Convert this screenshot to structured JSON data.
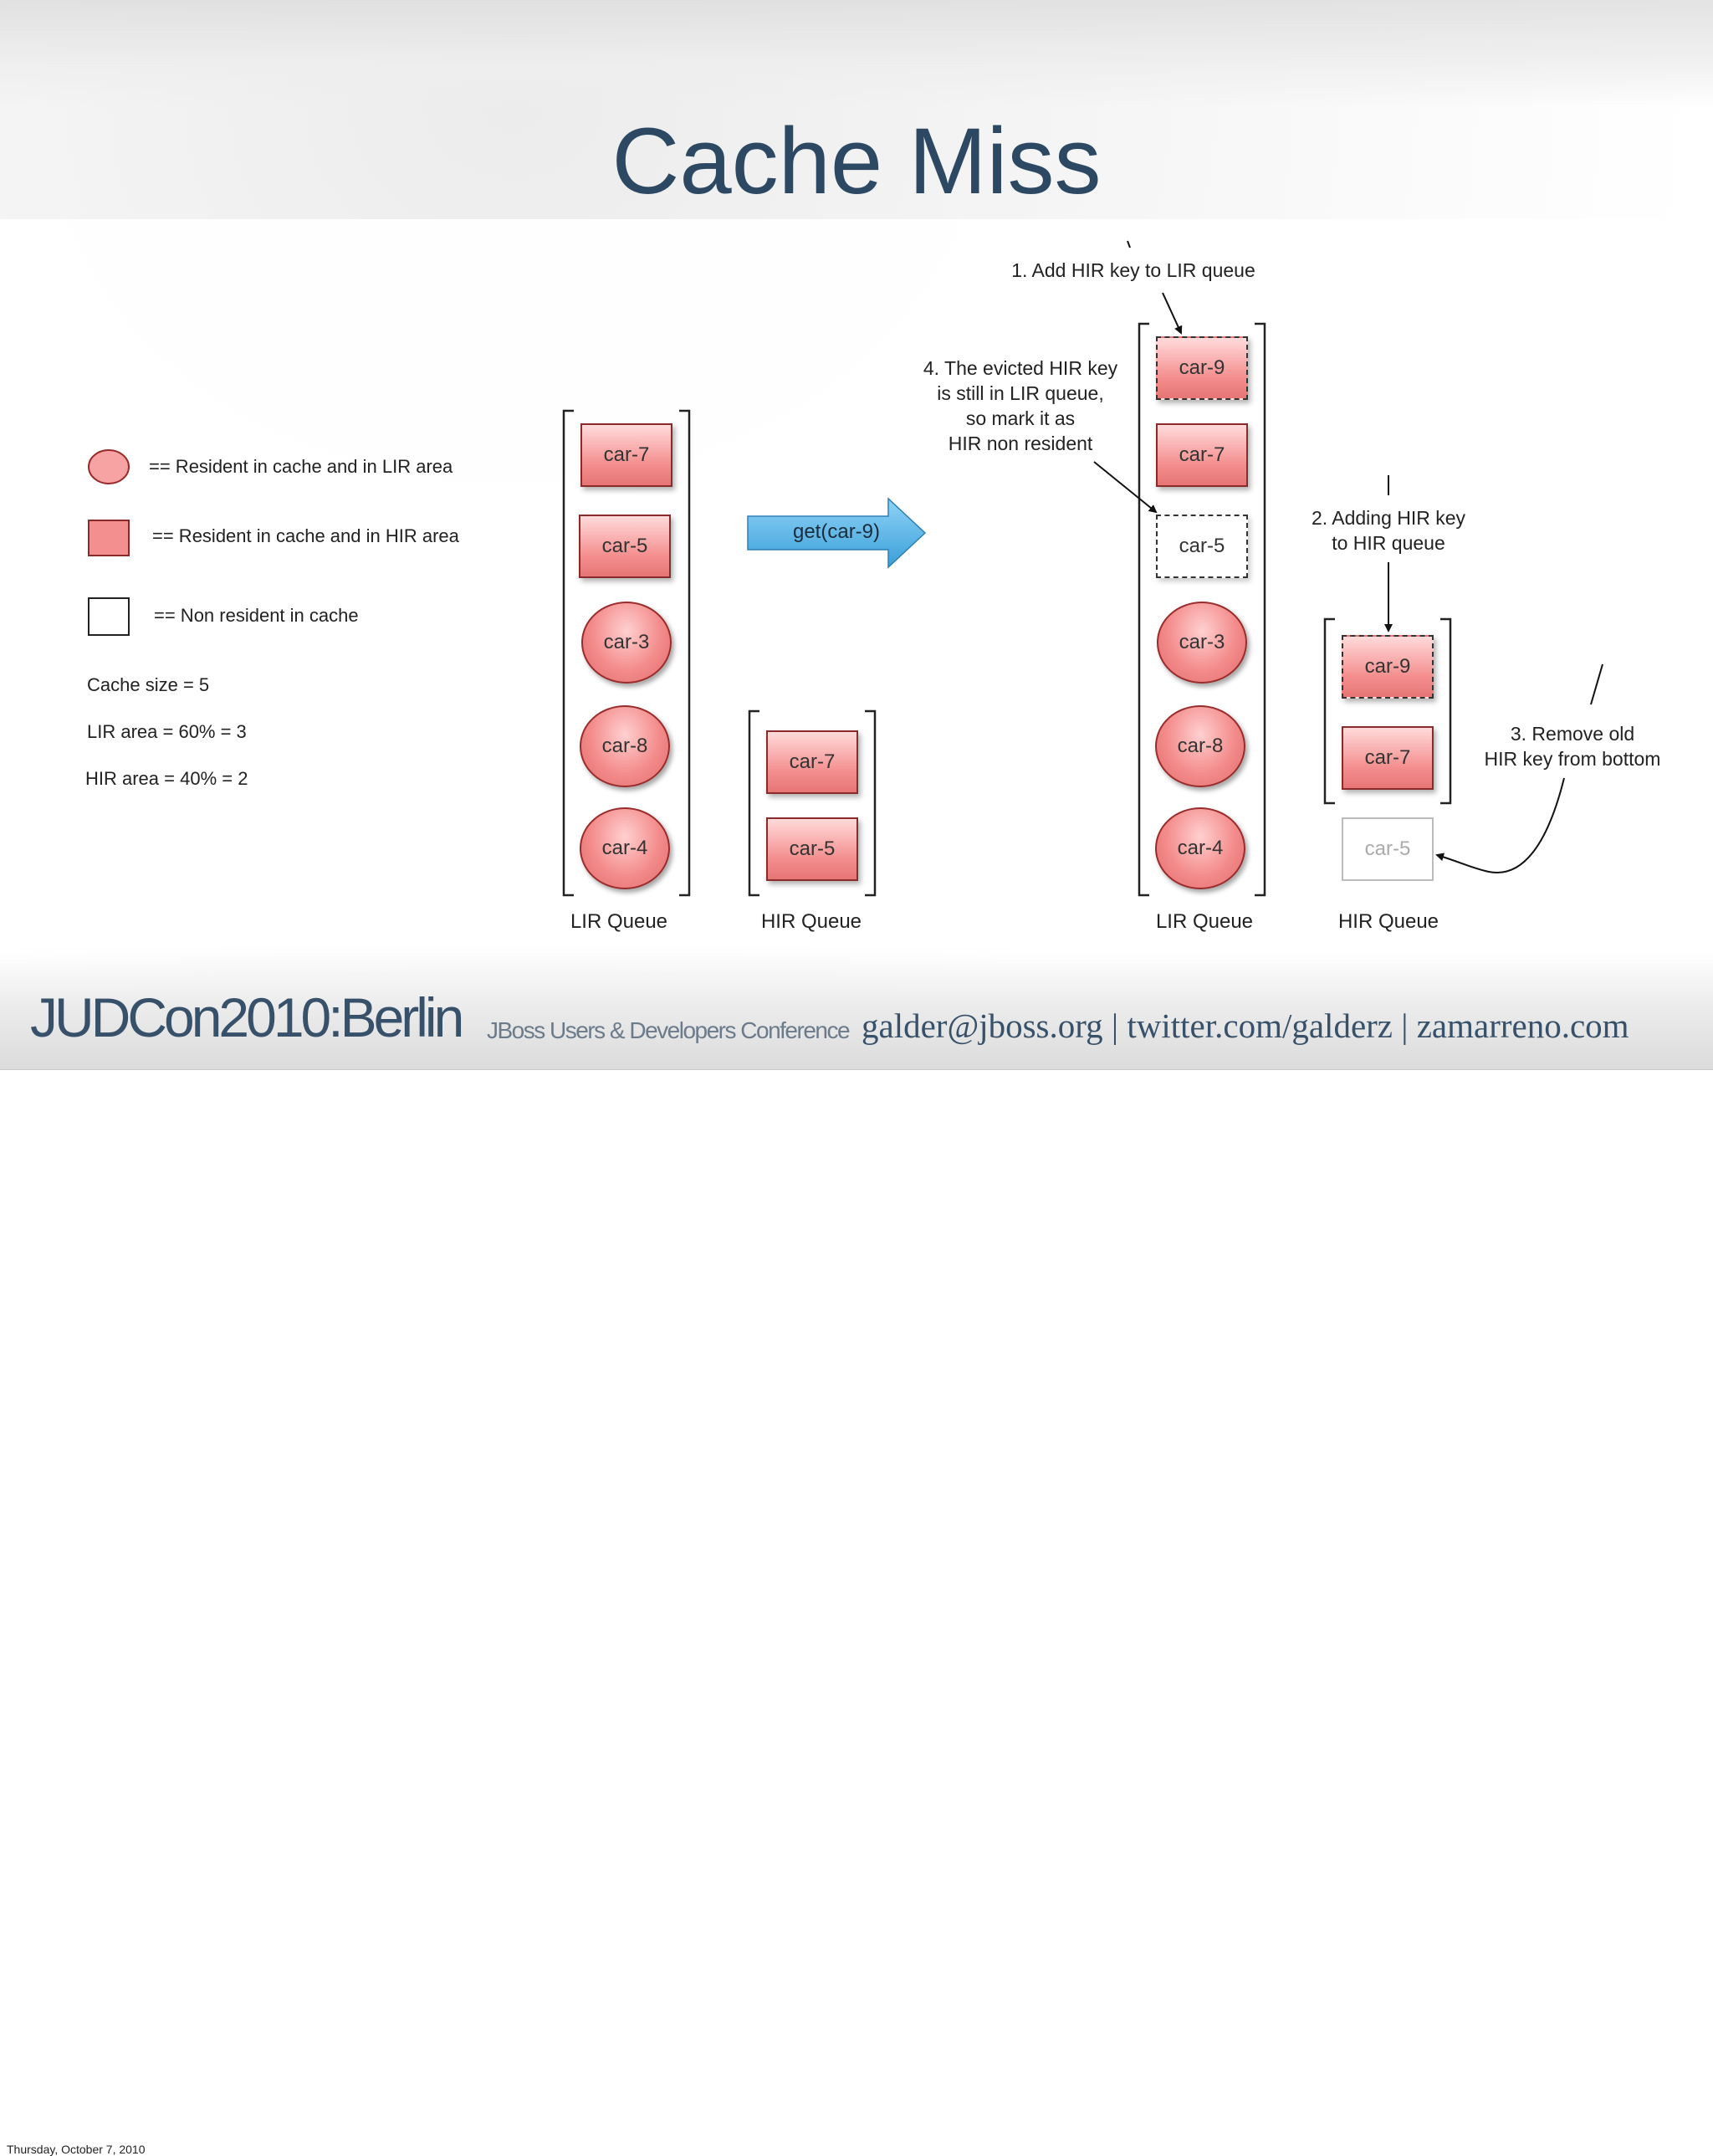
{
  "title": "Cache Miss",
  "legend": {
    "lir_resident": "== Resident in cache and in LIR area",
    "hir_resident": "== Resident in cache and in HIR area",
    "non_resident": "== Non resident in cache",
    "cache_size": "Cache size = 5",
    "lir_area": "LIR area = 60% = 3",
    "hir_area": "HIR area = 40% = 2"
  },
  "before": {
    "lir_queue": [
      "car-7",
      "car-5",
      "car-3",
      "car-8",
      "car-4"
    ],
    "hir_queue": [
      "car-7",
      "car-5"
    ],
    "lir_label": "LIR Queue",
    "hir_label": "HIR Queue"
  },
  "operation": "get(car-9)",
  "after": {
    "lir_queue": [
      "car-9",
      "car-7",
      "car-5",
      "car-3",
      "car-8",
      "car-4"
    ],
    "hir_queue": [
      "car-9",
      "car-7"
    ],
    "evicted": "car-5",
    "lir_label": "LIR Queue",
    "hir_label": "HIR Queue"
  },
  "notes": {
    "step1": "1. Add HIR key to LIR queue",
    "step2_line1": "2. Adding HIR key",
    "step2_line2": "to HIR queue",
    "step3_line1": "3. Remove old",
    "step3_line2": "HIR key from bottom",
    "step4_line1": "4. The evicted HIR key",
    "step4_line2": "is still in LIR queue,",
    "step4_line3": "so mark it as",
    "step4_line4": "HIR non resident"
  },
  "footer": {
    "logo": "JUDCon2010:Berlin",
    "subtitle": "JBoss Users & Developers Conference",
    "contact": "galder@jboss.org | twitter.com/galderz | zamarreno.com",
    "date": "Thursday, October 7, 2010"
  },
  "colors": {
    "title": "#2c4862",
    "node_fill": "#f48c8c",
    "arrow_fill": "#4fb3e8"
  }
}
